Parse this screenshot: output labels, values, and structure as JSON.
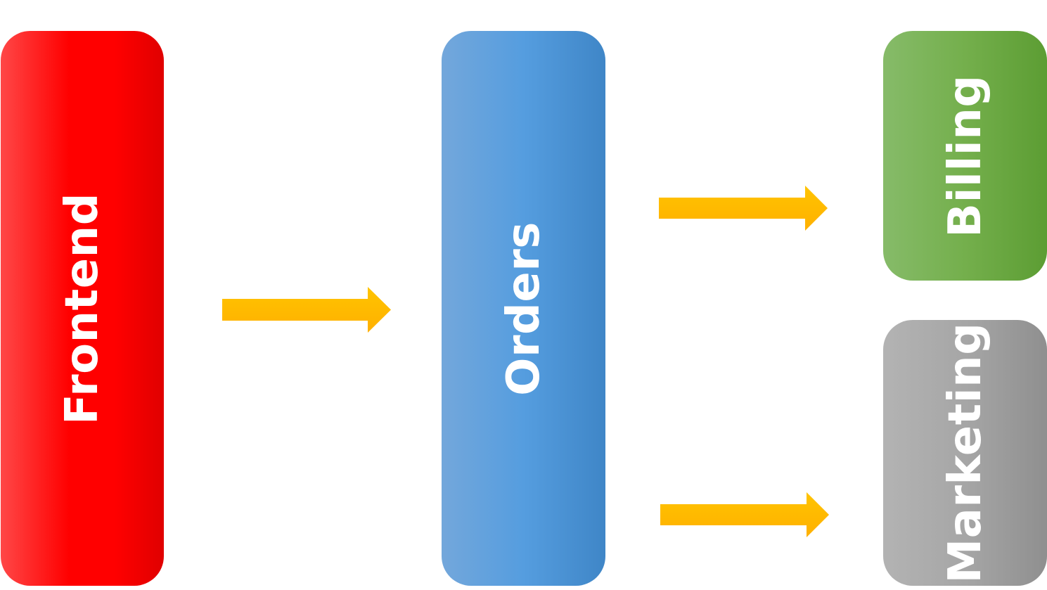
{
  "nodes": {
    "frontend": {
      "label": "Frontend"
    },
    "orders": {
      "label": "Orders"
    },
    "billing": {
      "label": "Billing"
    },
    "marketing": {
      "label": "Marketing"
    }
  },
  "edges": [
    {
      "from": "frontend",
      "to": "orders"
    },
    {
      "from": "orders",
      "to": "billing"
    },
    {
      "from": "orders",
      "to": "marketing"
    }
  ],
  "colors": {
    "frontend": "#ff0000",
    "orders": "#559ddf",
    "billing": "#74af4c",
    "marketing": "#a6a6a6",
    "arrow": "#ffc400",
    "text": "#ffffff",
    "background": "#ffffff"
  }
}
